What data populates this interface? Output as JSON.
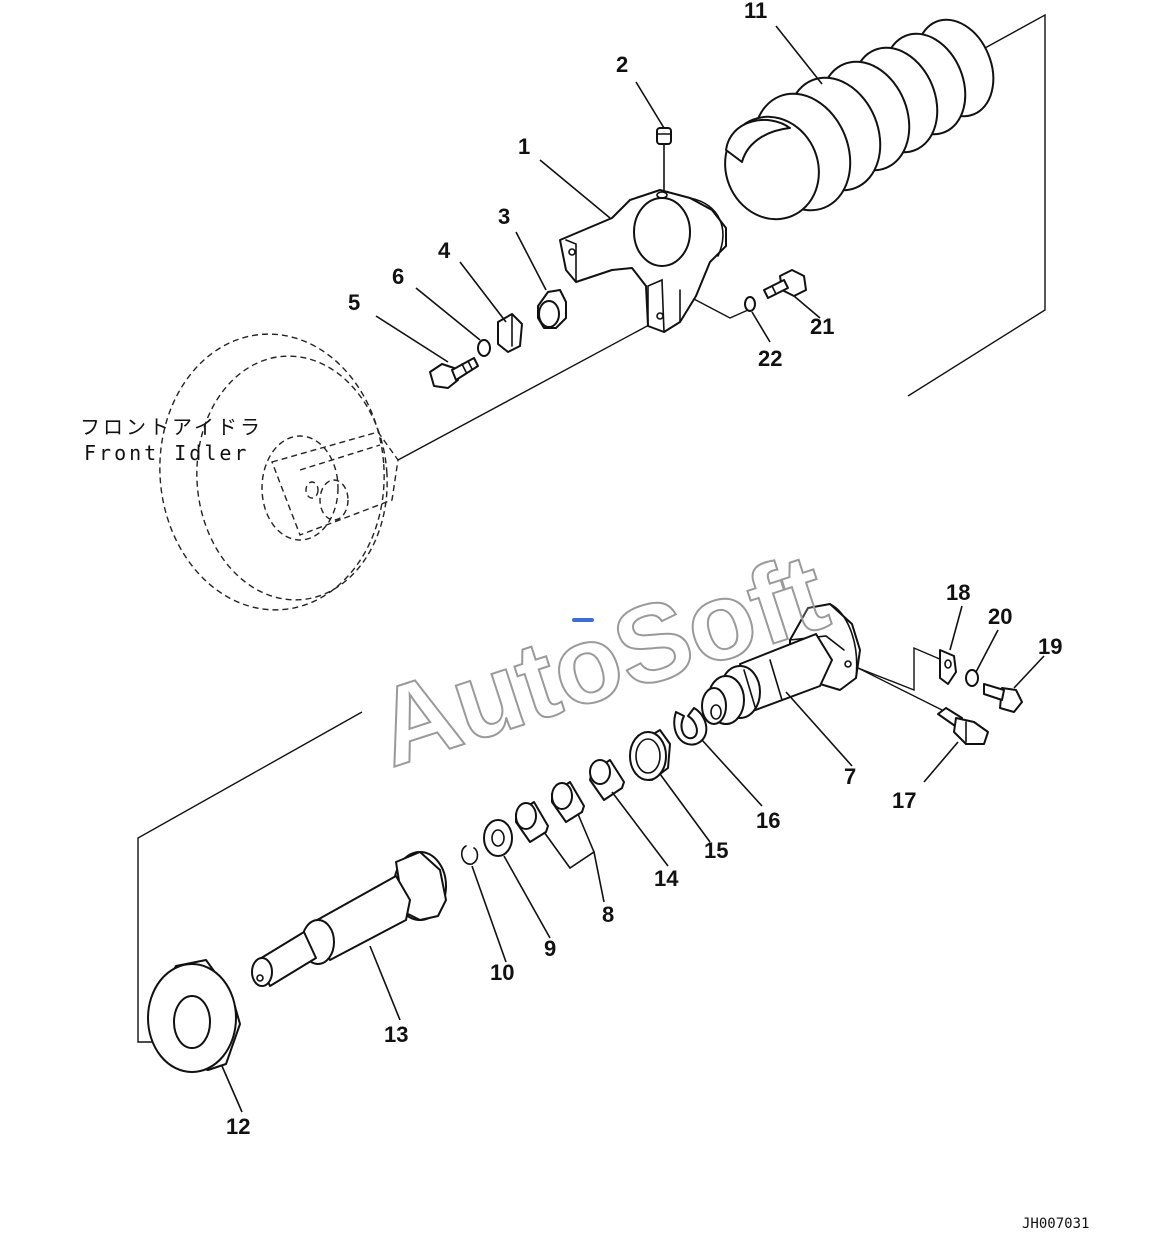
{
  "caption": {
    "japanese": "フロントアイドラ",
    "english": "Front Idler"
  },
  "watermark": "AutoSoft",
  "drawing_code": "JH007031",
  "part_numbers": [
    "1",
    "2",
    "3",
    "4",
    "5",
    "6",
    "7",
    "8",
    "9",
    "10",
    "11",
    "12",
    "13",
    "14",
    "15",
    "16",
    "17",
    "18",
    "19",
    "20",
    "21",
    "22"
  ]
}
